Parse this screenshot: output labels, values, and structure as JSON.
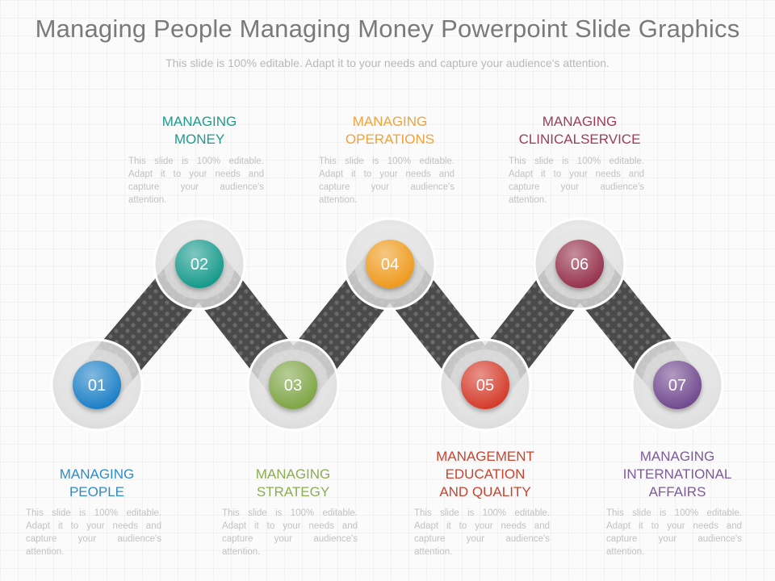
{
  "title": "Managing People Managing Money Powerpoint Slide Graphics",
  "subtitle": "This slide is 100% editable. Adapt it to your needs and capture your audience's attention.",
  "steps": [
    {
      "number": "01",
      "heading": "Managing\nPeople",
      "text": "This slide is 100% editable. Adapt it to your needs and capture your audience's attention.",
      "color": "#1f7fc6",
      "heading_color": "#2e8bc9"
    },
    {
      "number": "02",
      "heading": "Managing\nMoney",
      "text": "This slide is 100% editable. Adapt it to your needs and capture your audience's attention.",
      "color": "#139a8b",
      "heading_color": "#1b9c8e"
    },
    {
      "number": "03",
      "heading": "Managing\nStrategy",
      "text": "This slide is 100% editable. Adapt it to your needs and capture your audience's attention.",
      "color": "#7ea544",
      "heading_color": "#8aad4f"
    },
    {
      "number": "04",
      "heading": "Managing\nOperations",
      "text": "This slide is 100% editable. Adapt it to your needs and capture your audience's attention.",
      "color": "#ee9a1c",
      "heading_color": "#eea33b"
    },
    {
      "number": "05",
      "heading": "Management\nEducation\nand Quality",
      "text": "This slide is 100% editable. Adapt it to your needs and capture your audience's attention.",
      "color": "#d43a2c",
      "heading_color": "#c8432f"
    },
    {
      "number": "06",
      "heading": "Managing\nClinicalService",
      "text": "This slide is 100% editable. Adapt it to your needs and capture your audience's attention.",
      "color": "#96324d",
      "heading_color": "#9a3d5a"
    },
    {
      "number": "07",
      "heading": "Managing\nInternational\nAffairs",
      "text": "This slide is 100% editable. Adapt it to your needs and capture your audience's attention.",
      "color": "#71498f",
      "heading_color": "#7d5a99"
    }
  ]
}
